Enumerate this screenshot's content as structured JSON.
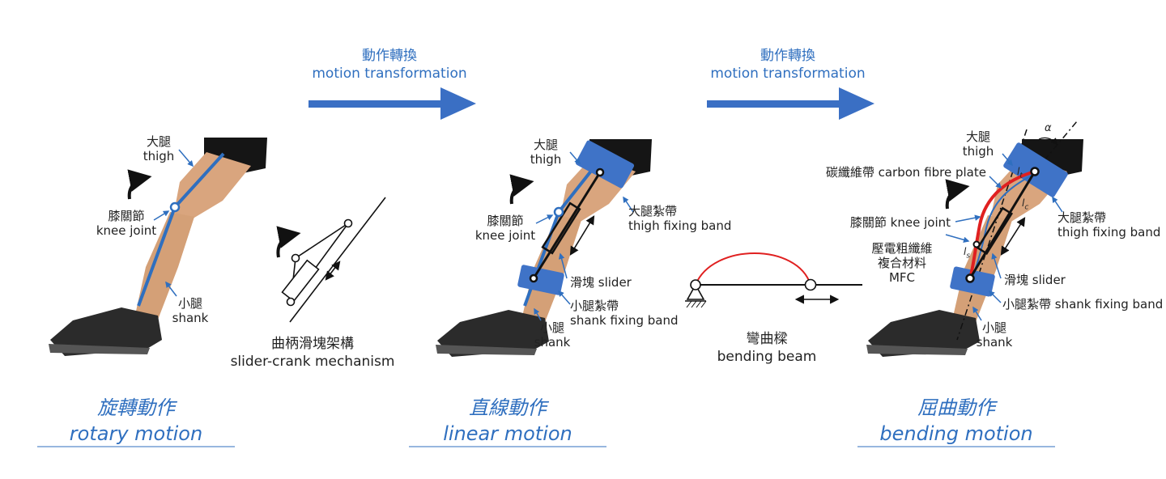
{
  "colors": {
    "accent": "#2f6fbf",
    "link_blue": "#2f6fbf",
    "band": "#3f73c7",
    "beam_red": "#e02020",
    "skin": "#d9a57e",
    "shoe": "#2b2b2b",
    "shorts": "#151515"
  },
  "transform_arrows": [
    {
      "zh": "動作轉換",
      "en": "motion transformation"
    },
    {
      "zh": "動作轉換",
      "en": "motion transformation"
    }
  ],
  "panel_rotary": {
    "thigh_zh": "大腿",
    "thigh_en": "thigh",
    "knee_zh": "膝關節",
    "knee_en": "knee joint",
    "shank_zh": "小腿",
    "shank_en": "shank",
    "title_zh": "旋轉動作",
    "title_en": "rotary motion"
  },
  "panel_mechanism": {
    "label_zh": "曲柄滑塊架構",
    "label_en": "slider-crank mechanism"
  },
  "panel_linear": {
    "thigh_zh": "大腿",
    "thigh_en": "thigh",
    "knee_zh": "膝關節",
    "knee_en": "knee joint",
    "thigh_band_zh": "大腿紮帶",
    "thigh_band_en": "thigh fixing band",
    "slider": "滑塊 slider",
    "shank_band_zh": "小腿紮帶",
    "shank_band_en": "shank fixing band",
    "shank_zh": "小腿",
    "shank_en": "shank",
    "title_zh": "直線動作",
    "title_en": "linear motion"
  },
  "panel_beam": {
    "label_zh": "彎曲樑",
    "label_en": "bending beam"
  },
  "panel_bending": {
    "thigh_zh": "大腿",
    "thigh_en": "thigh",
    "carbon": "碳纖維帶 carbon fibre plate",
    "knee": "膝關節 knee joint",
    "mfc_zh1": "壓電粗纖維",
    "mfc_zh2": "複合材料",
    "mfc_en": "MFC",
    "thigh_band_zh": "大腿紮帶",
    "thigh_band_en": "thigh fixing band",
    "slider": "滑塊 slider",
    "shank_band": "小腿紮帶 shank fixing band",
    "shank_zh": "小腿",
    "shank_en": "shank",
    "alpha": "α",
    "lt": "l",
    "lt_sub": "t",
    "lc": "l",
    "lc_sub": "c",
    "ls": "l",
    "ls_sub": "s",
    "title_zh": "屈曲動作",
    "title_en": "bending motion"
  }
}
